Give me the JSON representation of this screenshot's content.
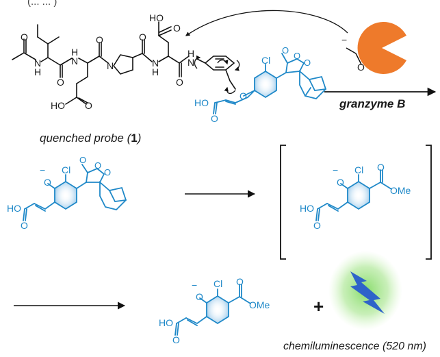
{
  "top_caption": "(... ... )",
  "probe_label_pre": "quenched probe (",
  "probe_label_num": "1",
  "probe_label_post": ")",
  "enzyme_label": "granzyme B",
  "emission_label": "chemiluminescence (520 nm)",
  "plus_sign": "+",
  "atoms": {
    "ho": "HO",
    "h": "H",
    "n": "N",
    "o": "O",
    "cl": "Cl",
    "ome": "OMe",
    "minus": "−"
  },
  "colors": {
    "black": "#111111",
    "blue": "#1e88c8",
    "ring_fill": "#8fc3e8",
    "pacman": "#ee7a2b",
    "glow": "#7ad85a",
    "bolt": "#2e63c9"
  },
  "icons": [
    "enzyme-pacman-icon",
    "lightning-bolt-icon"
  ]
}
